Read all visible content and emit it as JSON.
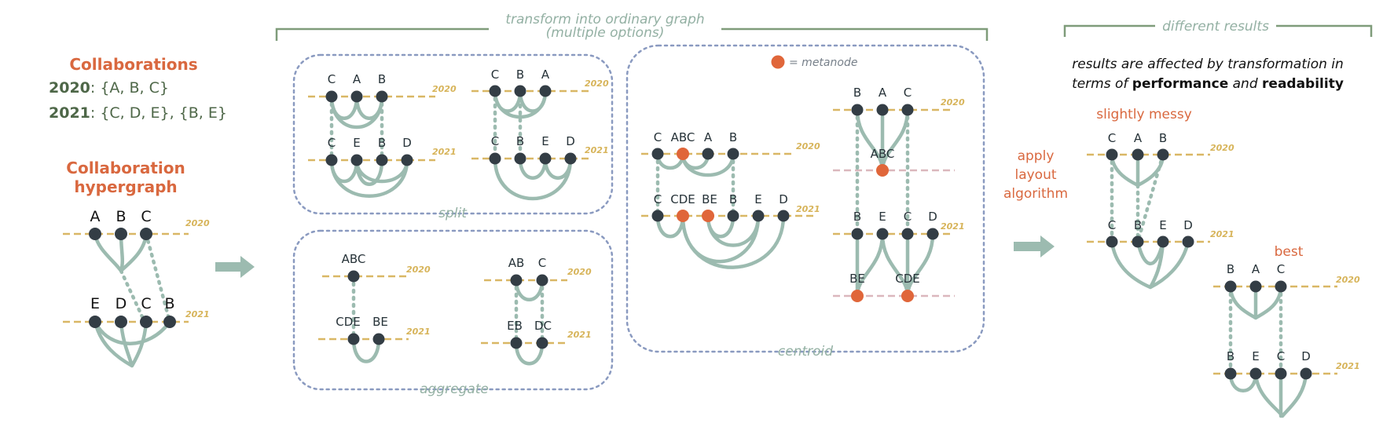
{
  "collab": {
    "title": "Collaborations",
    "rows": [
      {
        "year": "2020",
        "sets": ": {A, B, C}"
      },
      {
        "year": "2021",
        "sets": ": {C, D, E}, {B, E}"
      }
    ],
    "hypergraph_title_1": "Collaboration",
    "hypergraph_title_2": "hypergraph"
  },
  "years": {
    "y2020": "2020",
    "y2021": "2021"
  },
  "transform": {
    "title": "transform into ordinary graph",
    "subtitle": "(multiple options)",
    "split_label": "split",
    "aggregate_label": "aggregate",
    "centroid_label": "centroid",
    "metanode_legend": "= metanode"
  },
  "apply": {
    "line1": "apply",
    "line2": "layout",
    "line3": "algorithm"
  },
  "results": {
    "title": "different results",
    "note_1": "results are affected by transformation in",
    "note_2a": "terms of ",
    "note_2b": "performance",
    "note_2c": " and ",
    "note_2d": "readability",
    "messy_label": "slightly messy",
    "best_label": "best"
  },
  "nodes": {
    "A": "A",
    "B": "B",
    "C": "C",
    "D": "D",
    "E": "E",
    "ABC": "ABC",
    "CDE": "CDE",
    "BE": "BE",
    "AB": "AB",
    "EB": "EB",
    "DC": "DC"
  },
  "colors": {
    "accent_orange": "#d9683f",
    "dark_green": "#4e6748",
    "edge_green": "#9cbbb0",
    "timeline_gold": "#d9b765",
    "box_blue": "#8a9ac0",
    "node_dark": "#333d45",
    "metanode_orange": "#e0663a"
  }
}
